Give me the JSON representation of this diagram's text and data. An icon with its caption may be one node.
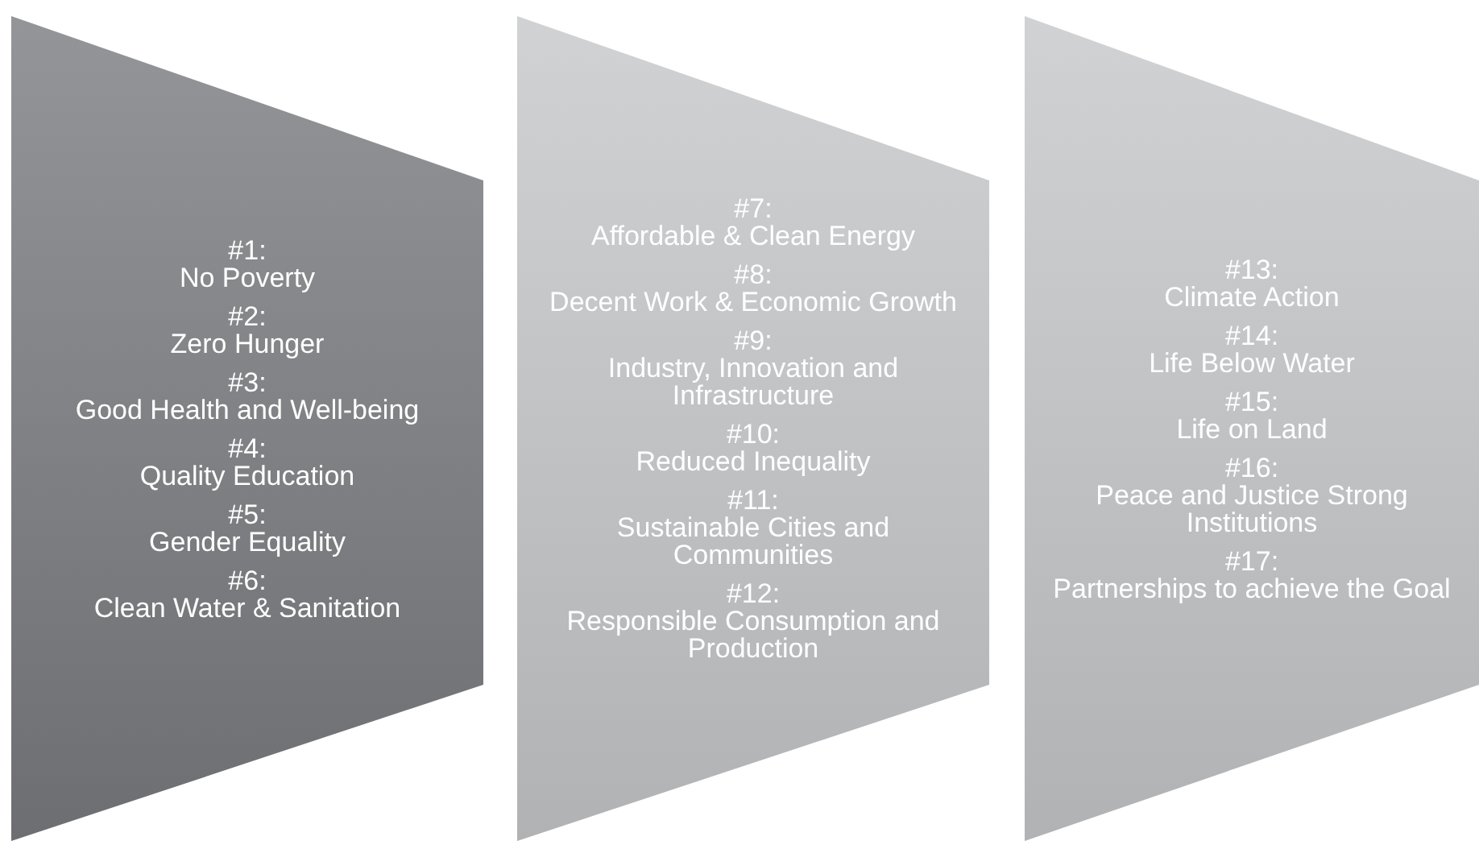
{
  "diagram": {
    "nodes": [
      {
        "text": [
          "#1:",
          "No Poverty",
          "#2:",
          "Zero Hunger",
          "#3:",
          "Good Health and Well-being",
          "#4:",
          "Quality Education",
          "#5:",
          "Gender Equality",
          "#6:",
          "Clean Water & Sanitation"
        ]
      },
      {
        "text": [
          "#7:",
          "Affordable & Clean Energy",
          "#8:",
          "Decent Work & Economic Growth",
          "#9:",
          "Industry, Innovation and Infrastructure",
          "#10:",
          "Reduced Inequality",
          "#11:",
          "Sustainable Cities and Communities",
          "#12:",
          "Responsible Consumption and Production"
        ]
      },
      {
        "text": [
          "#13:",
          "Climate Action",
          "#14:",
          "Life Below Water",
          "#15:",
          "Life on Land",
          "#16:",
          "Peace and Justice Strong Institutions",
          "#17:",
          "Partnerships to achieve the Goal"
        ]
      }
    ]
  }
}
